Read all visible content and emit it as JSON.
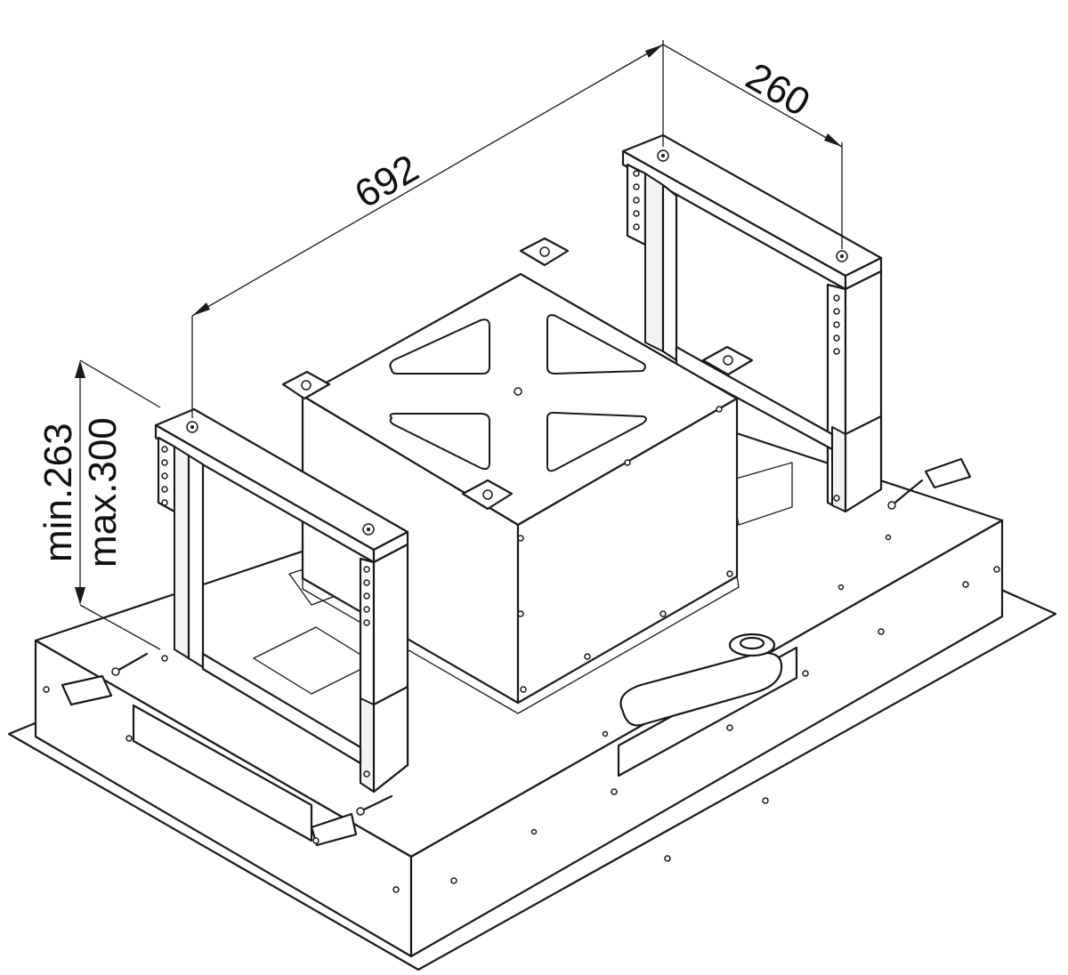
{
  "dimensions": {
    "length": "692",
    "depth": "260",
    "height_min": "min.263",
    "height_max": "max.300"
  }
}
